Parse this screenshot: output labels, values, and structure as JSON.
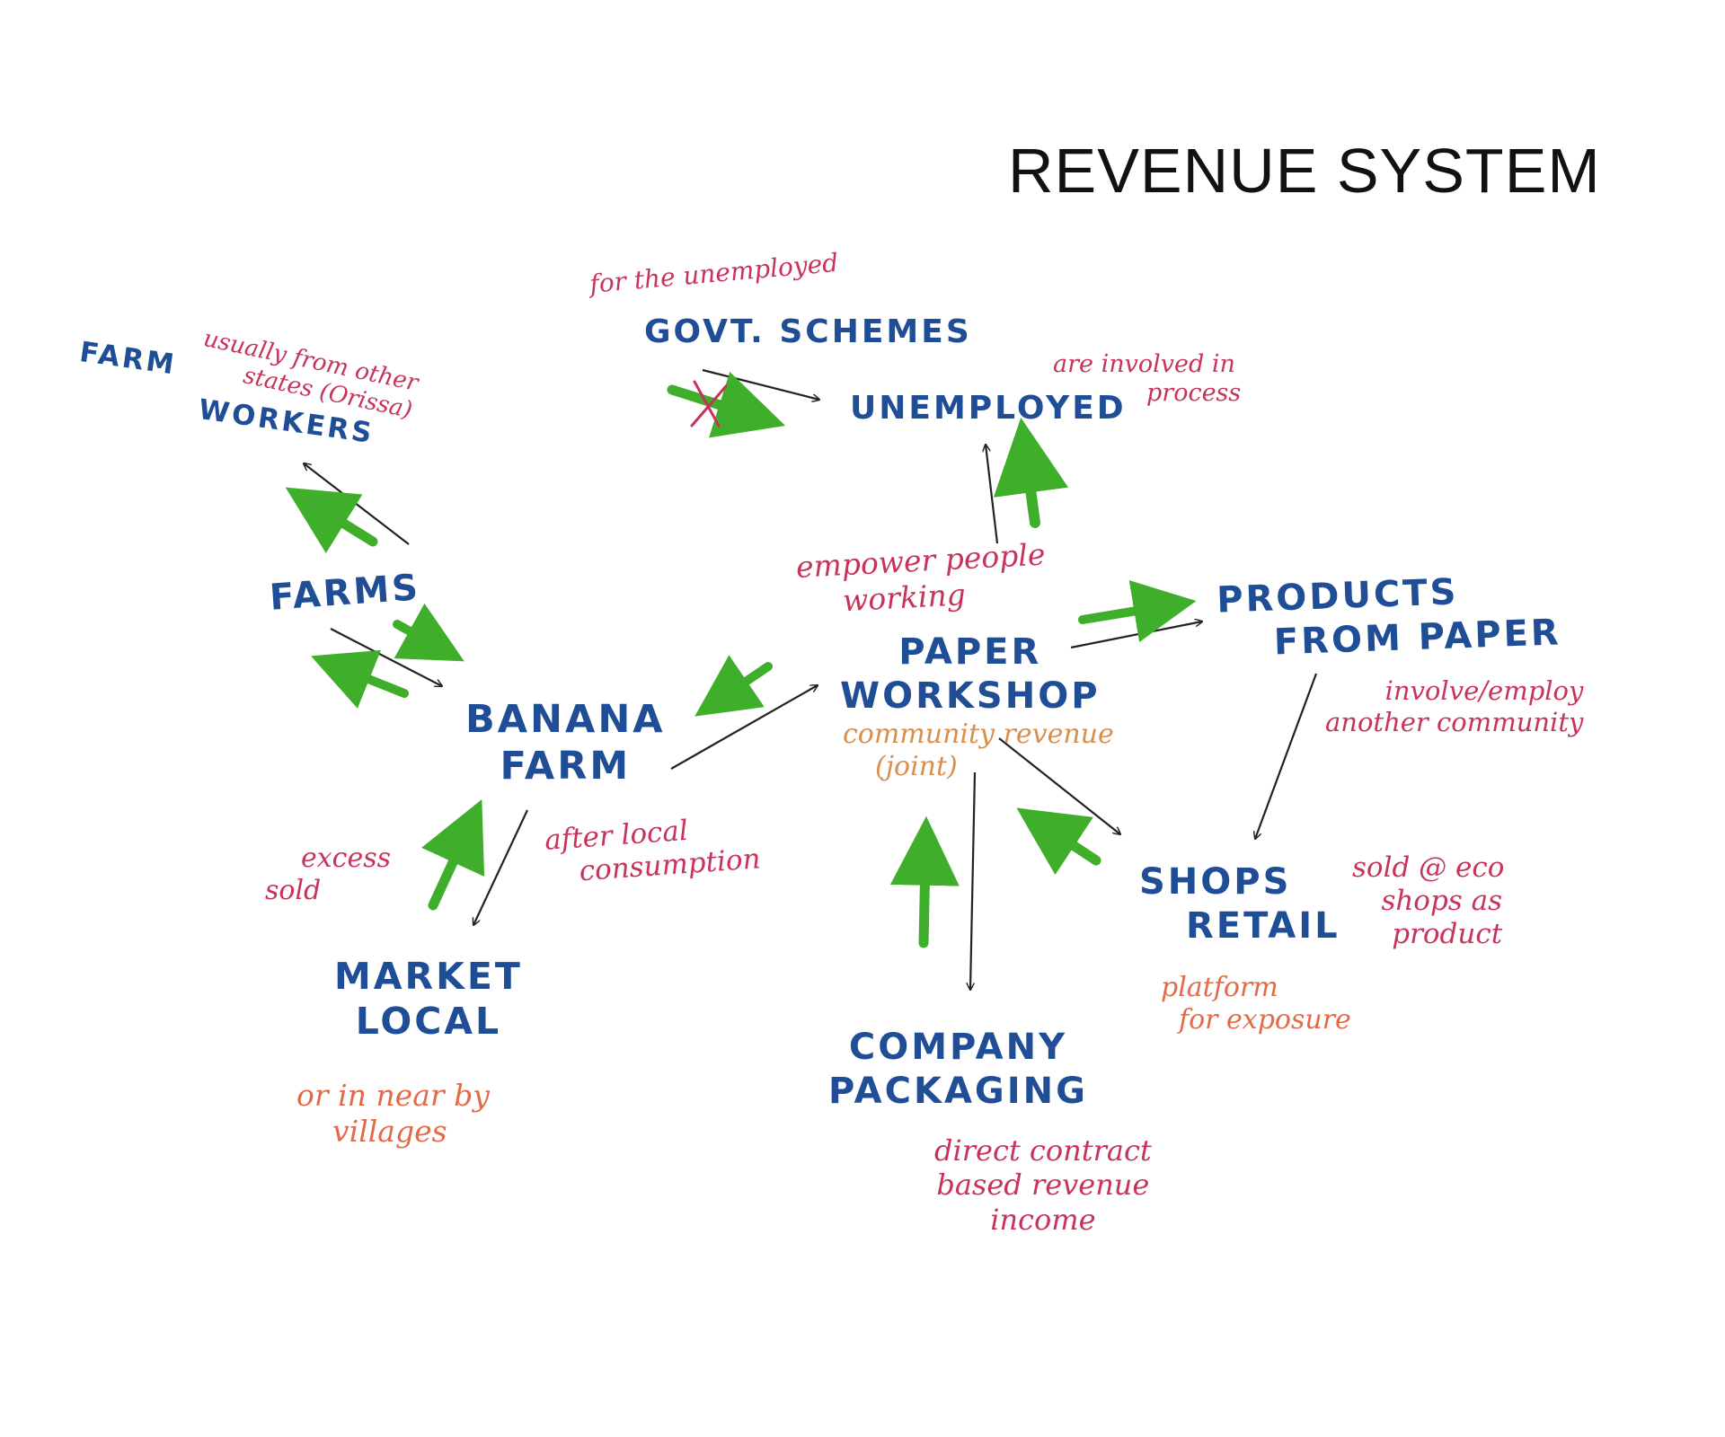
{
  "title": "REVENUE SYSTEM",
  "nodes": {
    "farm_workers": [
      "FARM",
      "WORKERS"
    ],
    "govt_schemes": [
      "GOVT. SCHEMES"
    ],
    "unemployed": [
      "UNEMPLOYED"
    ],
    "farms": [
      "FARMS"
    ],
    "banana_farm": [
      "BANANA",
      "FARM"
    ],
    "paper_workshop": [
      "PAPER",
      "WORKSHOP"
    ],
    "products_from_paper": [
      "PRODUCTS",
      "FROM PAPER"
    ],
    "market_local": [
      "MARKET",
      "LOCAL"
    ],
    "shops_retail": [
      "SHOPS",
      "RETAIL"
    ],
    "company_packaging": [
      "COMPANY",
      "PACKAGING"
    ]
  },
  "notes": {
    "usually_from_other_states": [
      "usually from other",
      "states (Orissa)"
    ],
    "for_the_unemployed": [
      "for the unemployed"
    ],
    "are_involved_in_process": [
      "are involved in",
      "process"
    ],
    "empower_people_working": [
      "empower people",
      "working"
    ],
    "community_revenue_joint": [
      "community revenue",
      "(joint)"
    ],
    "involve_employ_another_community": [
      "involve/employ",
      "another community"
    ],
    "excess_sold": [
      "excess",
      "sold"
    ],
    "after_local_consumption": [
      "after local",
      "consumption"
    ],
    "sold_at_eco_shops": [
      "sold @ eco",
      "shops as",
      "product"
    ],
    "platform_for_exposure": [
      "platform",
      "for exposure"
    ],
    "or_in_nearby_villages": [
      "or in near by",
      "villages"
    ],
    "direct_contract_based_revenue": [
      "direct contract",
      "based revenue",
      "income"
    ]
  },
  "colors": {
    "node_text": "#1f4e96",
    "note_text": "#c8335a",
    "note_orange": "#e36a47",
    "note_amber": "#d88f4e",
    "thin_arrow": "#222222",
    "thick_arrow": "#3fae2a",
    "cross_mark": "#c8335a",
    "title_text": "#111111"
  }
}
